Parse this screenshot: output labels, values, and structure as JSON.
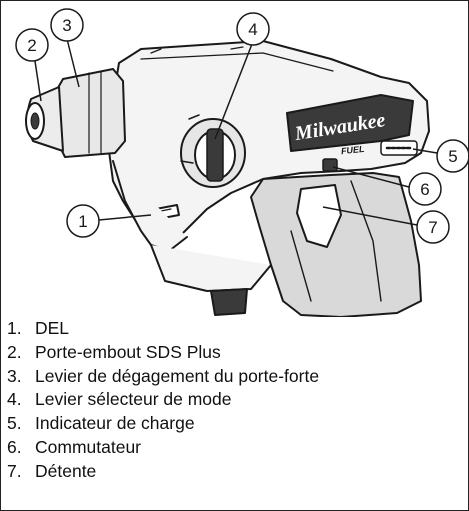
{
  "brand": {
    "logo_text": "Milwaukee",
    "series_badge": "FUEL"
  },
  "callouts": [
    {
      "number": "1"
    },
    {
      "number": "2"
    },
    {
      "number": "3"
    },
    {
      "number": "4"
    },
    {
      "number": "5"
    },
    {
      "number": "6"
    },
    {
      "number": "7"
    }
  ],
  "legend": [
    {
      "number": "1.",
      "label": "DEL"
    },
    {
      "number": "2.",
      "label": "Porte-embout SDS Plus"
    },
    {
      "number": "3.",
      "label": "Levier de dégagement du porte-forte"
    },
    {
      "number": "4.",
      "label": "Levier sélecteur de mode"
    },
    {
      "number": "5.",
      "label": "Indicateur de charge"
    },
    {
      "number": "6.",
      "label": "Commutateur"
    },
    {
      "number": "7.",
      "label": "Détente"
    }
  ],
  "colors": {
    "line": "#1a1a1a",
    "body_fill": "#f4f4f4",
    "grip_shade": "#d9d9d9",
    "dark_part": "#3a3a3a"
  }
}
